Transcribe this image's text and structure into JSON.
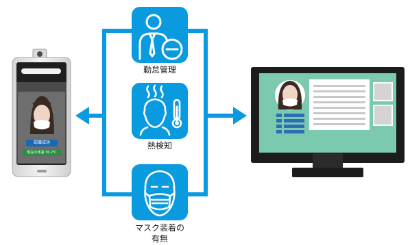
{
  "features": [
    {
      "label": "勤怠管理",
      "icon": "employee-attendance-icon"
    },
    {
      "label": "熱検知",
      "icon": "heat-detection-icon"
    },
    {
      "label_line1": "マスク装着の",
      "label_line2": "有無",
      "icon": "mask-detection-icon"
    }
  ],
  "device": {
    "status_button": "認識成功",
    "temperature_text": "現在の体温 36.2℃"
  },
  "colors": {
    "accent_blue": "#0a9ae0",
    "monitor_screen": "#7bcab0",
    "device_frame": "#ebebeb"
  }
}
